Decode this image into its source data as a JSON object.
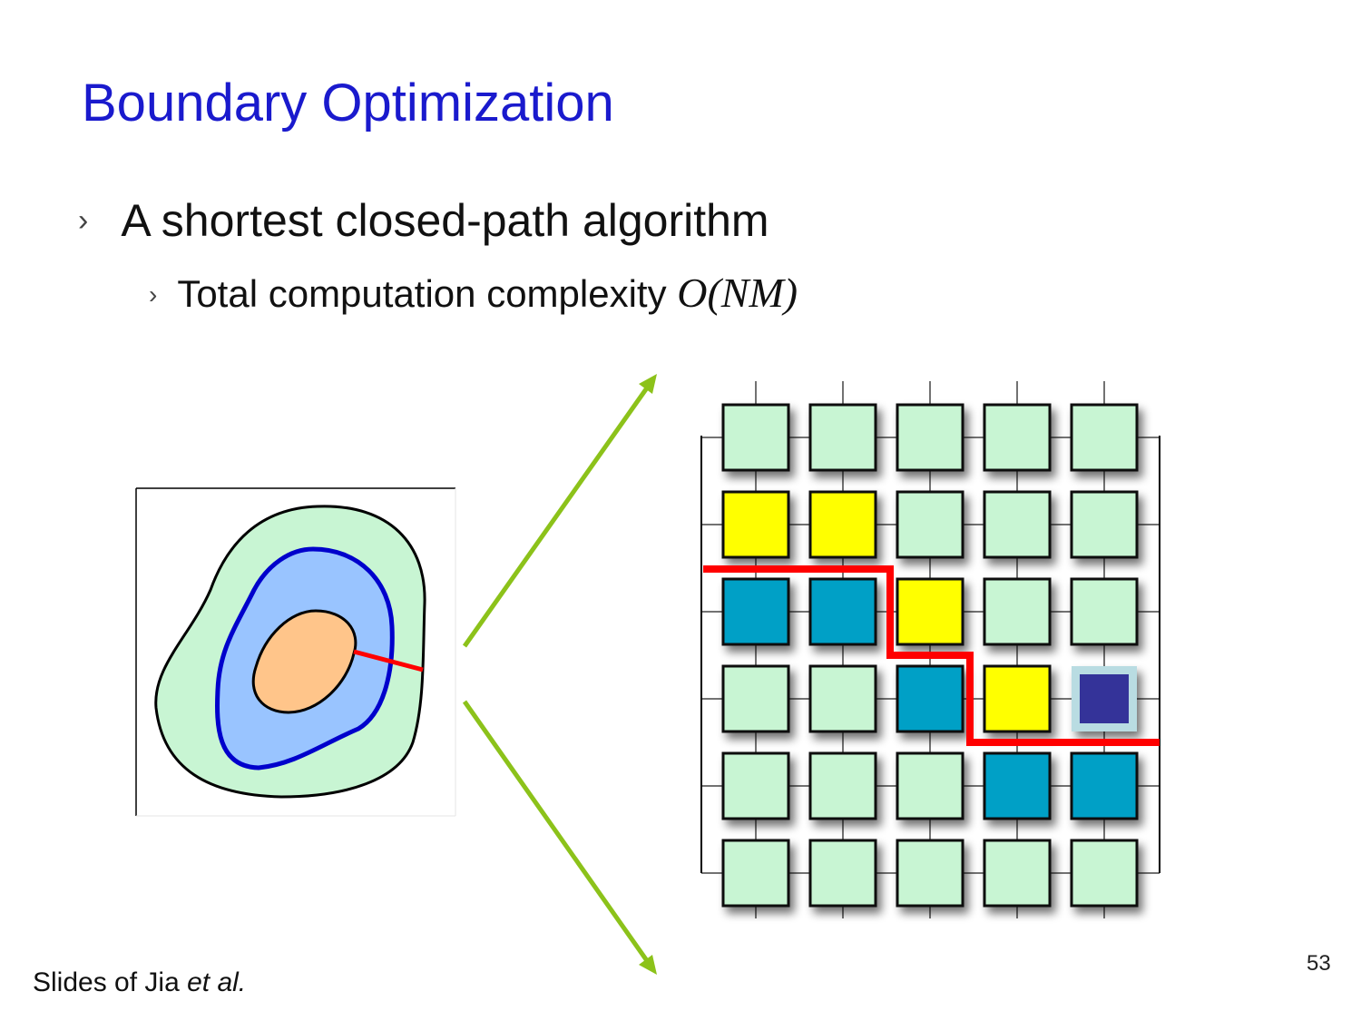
{
  "slide": {
    "title": "Boundary Optimization",
    "bullets": [
      {
        "marker": "›",
        "text": "A shortest closed-path algorithm"
      },
      {
        "marker": "›",
        "text": "Total computation complexity ",
        "math": "O(NM)"
      }
    ],
    "credit_prefix": "Slides of Jia ",
    "credit_emphasis": "et al.",
    "page_number": "53"
  },
  "figure": {
    "grid_rows": 6,
    "grid_cols": 5,
    "cell_states": [
      [
        "empty",
        "empty",
        "empty",
        "empty",
        "empty"
      ],
      [
        "yellow",
        "yellow",
        "empty",
        "empty",
        "empty"
      ],
      [
        "teal",
        "teal",
        "yellow",
        "empty",
        "empty"
      ],
      [
        "empty",
        "empty",
        "teal",
        "yellow",
        "navy"
      ],
      [
        "empty",
        "empty",
        "empty",
        "teal",
        "teal"
      ],
      [
        "empty",
        "empty",
        "empty",
        "empty",
        "empty"
      ]
    ],
    "colors": {
      "title": "#1a1acd",
      "cell_empty": "#c8f5d3",
      "cell_yellow": "#ffff00",
      "cell_teal": "#00a0c6",
      "cell_navy": "#343399",
      "cell_navy_halo": "#b9dce2",
      "path": "#ff0000",
      "arrow": "#8cc21a",
      "region_outer": "#c8f5d3",
      "region_middle": "#99c4ff",
      "region_inner": "#ffc58a",
      "inner_contour": "#0000cc"
    }
  }
}
